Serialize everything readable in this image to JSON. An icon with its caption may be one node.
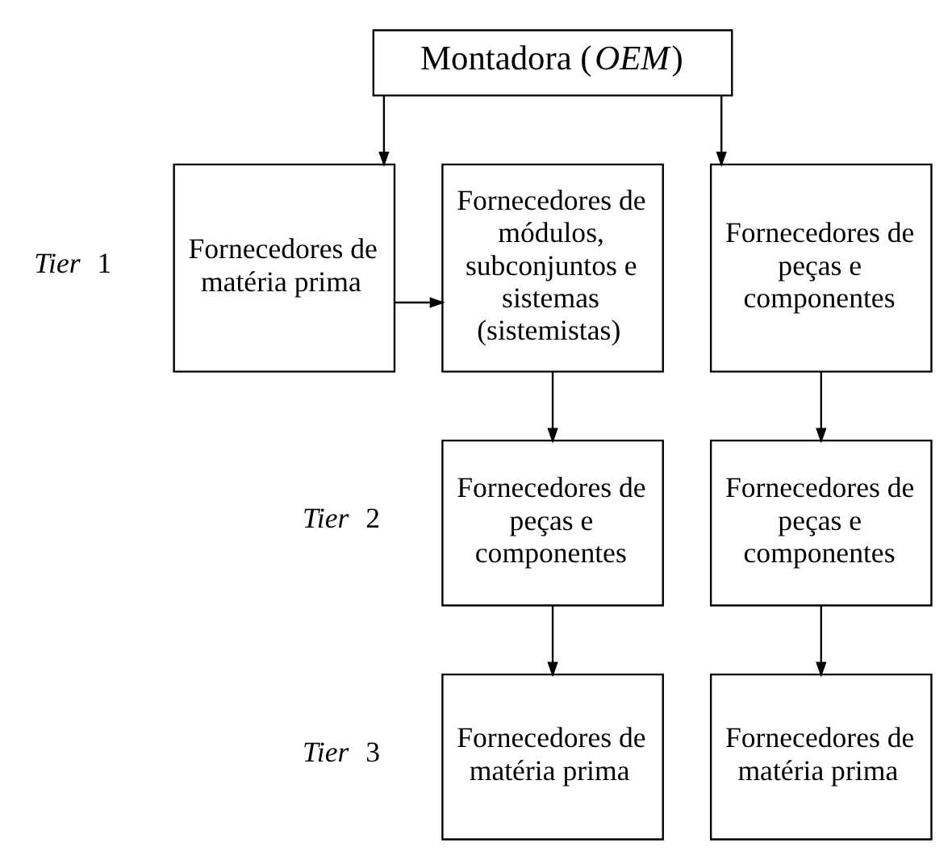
{
  "diagram": {
    "nodes": [
      {
        "text": [
          "Montadora (*OEM*)"
        ]
      },
      {
        "text": [
          "Fornecedores de matéria prima"
        ]
      },
      {
        "text": [
          "Fornecedores de módulos, subconjuntos e sistemas (sistemistas)"
        ]
      },
      {
        "text": [
          "Fornecedores de peças e componentes"
        ]
      },
      {
        "text": [
          "Fornecedores de peças e componentes"
        ]
      },
      {
        "text": [
          "Fornecedores de peças e componentes"
        ]
      },
      {
        "text": [
          "Fornecedores de matéria prima"
        ]
      },
      {
        "text": [
          "Fornecedores de matéria prima"
        ]
      }
    ],
    "edges": [
      {
        "from": 0,
        "to": 1,
        "arrow": "to"
      },
      {
        "from": 0,
        "to": 3,
        "arrow": "to"
      },
      {
        "from": 1,
        "to": 2,
        "arrow": "to"
      },
      {
        "from": 2,
        "to": 4,
        "arrow": "to"
      },
      {
        "from": 3,
        "to": 5,
        "arrow": "to"
      },
      {
        "from": 4,
        "to": 6,
        "arrow": "to"
      },
      {
        "from": 5,
        "to": 7,
        "arrow": "to"
      }
    ],
    "labels": [
      "*Tier* 1",
      "*Tier* 2",
      "*Tier* 3"
    ]
  }
}
